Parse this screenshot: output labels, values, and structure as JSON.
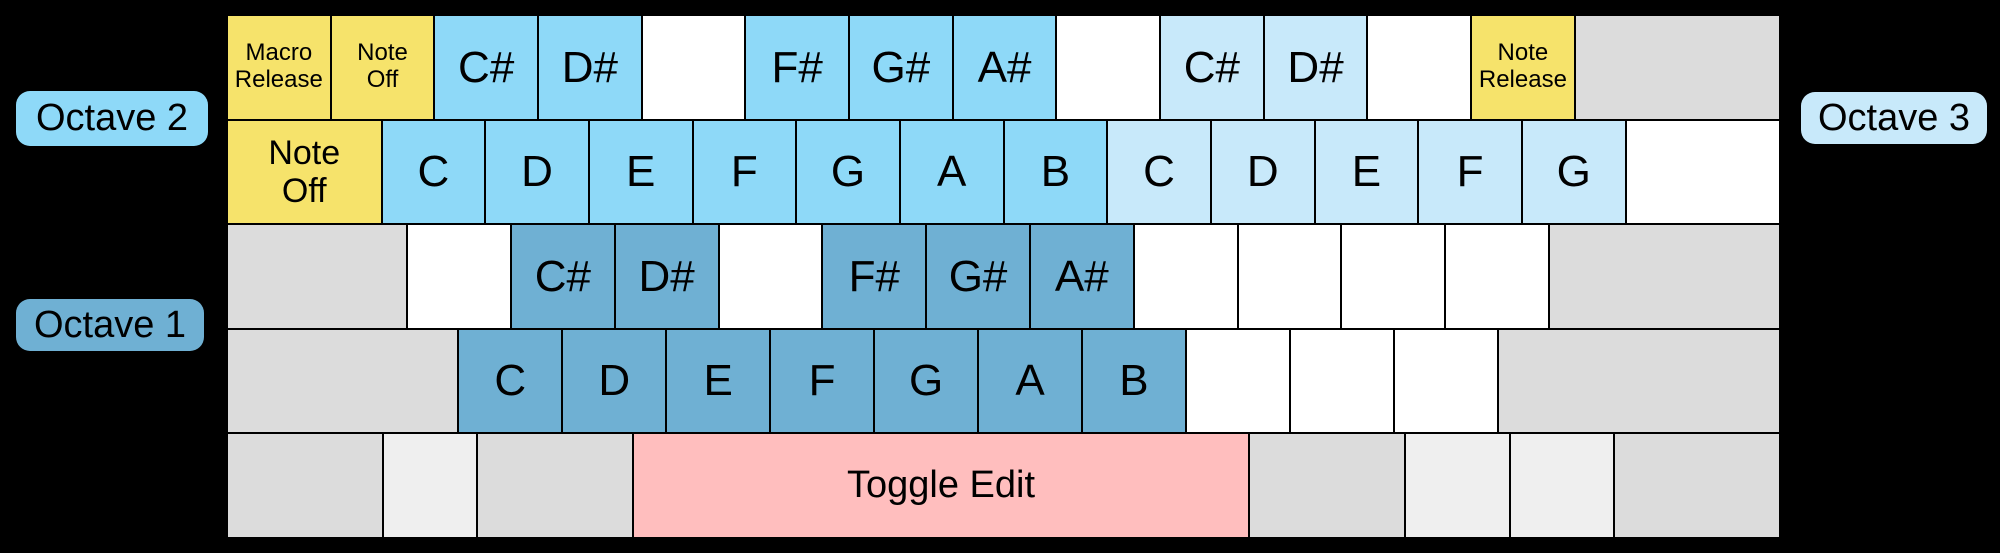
{
  "octave_labels": {
    "octave1": "Octave 1",
    "octave2": "Octave 2",
    "octave3": "Octave 3"
  },
  "colors": {
    "octave1_accent": "#6FB0D3",
    "octave2_accent": "#8ED9F8",
    "octave3_accent": "#C8E9FA",
    "special_yellow": "#F6E36B",
    "toggle_edit_pink": "#FFBEBE",
    "modifier_gray": "#DCDCDC",
    "modifier_light_gray": "#EFEFEF",
    "blank_key_white": "#FFFFFF",
    "background_black": "#000000"
  },
  "keyboard": {
    "rows": [
      {
        "name": "number-row",
        "keys": [
          {
            "name": "key-macro-release",
            "label": "Macro\nRelease",
            "type": "special-sm",
            "w": 1
          },
          {
            "name": "key-note-off-top",
            "label": "Note\nOff",
            "type": "special-sm",
            "w": 1
          },
          {
            "name": "key-csharp-octave2",
            "label": "C#",
            "type": "note-o2",
            "w": 1
          },
          {
            "name": "key-dsharp-octave2",
            "label": "D#",
            "type": "note-o2",
            "w": 1
          },
          {
            "name": "key-blank",
            "label": "",
            "type": "blank",
            "w": 1
          },
          {
            "name": "key-fsharp-octave2",
            "label": "F#",
            "type": "note-o2",
            "w": 1
          },
          {
            "name": "key-gsharp-octave2",
            "label": "G#",
            "type": "note-o2",
            "w": 1
          },
          {
            "name": "key-asharp-octave2",
            "label": "A#",
            "type": "note-o2",
            "w": 1
          },
          {
            "name": "key-blank",
            "label": "",
            "type": "blank",
            "w": 1
          },
          {
            "name": "key-csharp-octave3",
            "label": "C#",
            "type": "note-o3",
            "w": 1
          },
          {
            "name": "key-dsharp-octave3",
            "label": "D#",
            "type": "note-o3",
            "w": 1
          },
          {
            "name": "key-blank",
            "label": "",
            "type": "blank",
            "w": 1
          },
          {
            "name": "key-note-release",
            "label": "Note\nRelease",
            "type": "special-sm",
            "w": 1
          },
          {
            "name": "key-backspace",
            "label": "",
            "type": "gray",
            "w": 2
          }
        ]
      },
      {
        "name": "top-letter-row",
        "keys": [
          {
            "name": "key-note-off-tab",
            "label": "Note\nOff",
            "type": "special-md",
            "w": 1.5
          },
          {
            "name": "key-c-octave2",
            "label": "C",
            "type": "note-o2",
            "w": 1
          },
          {
            "name": "key-d-octave2",
            "label": "D",
            "type": "note-o2",
            "w": 1
          },
          {
            "name": "key-e-octave2",
            "label": "E",
            "type": "note-o2",
            "w": 1
          },
          {
            "name": "key-f-octave2",
            "label": "F",
            "type": "note-o2",
            "w": 1
          },
          {
            "name": "key-g-octave2",
            "label": "G",
            "type": "note-o2",
            "w": 1
          },
          {
            "name": "key-a-octave2",
            "label": "A",
            "type": "note-o2",
            "w": 1
          },
          {
            "name": "key-b-octave2",
            "label": "B",
            "type": "note-o2",
            "w": 1
          },
          {
            "name": "key-c-octave3",
            "label": "C",
            "type": "note-o3",
            "w": 1
          },
          {
            "name": "key-d-octave3",
            "label": "D",
            "type": "note-o3",
            "w": 1
          },
          {
            "name": "key-e-octave3",
            "label": "E",
            "type": "note-o3",
            "w": 1
          },
          {
            "name": "key-f-octave3",
            "label": "F",
            "type": "note-o3",
            "w": 1
          },
          {
            "name": "key-g-octave3",
            "label": "G",
            "type": "note-o3",
            "w": 1
          },
          {
            "name": "key-blank",
            "label": "",
            "type": "blank",
            "w": 1.5
          }
        ]
      },
      {
        "name": "home-row",
        "keys": [
          {
            "name": "key-caps-lock",
            "label": "",
            "type": "gray",
            "w": 1.75
          },
          {
            "name": "key-blank",
            "label": "",
            "type": "blank",
            "w": 1
          },
          {
            "name": "key-csharp-octave1",
            "label": "C#",
            "type": "note-o1",
            "w": 1
          },
          {
            "name": "key-dsharp-octave1",
            "label": "D#",
            "type": "note-o1",
            "w": 1
          },
          {
            "name": "key-blank",
            "label": "",
            "type": "blank",
            "w": 1
          },
          {
            "name": "key-fsharp-octave1",
            "label": "F#",
            "type": "note-o1",
            "w": 1
          },
          {
            "name": "key-gsharp-octave1",
            "label": "G#",
            "type": "note-o1",
            "w": 1
          },
          {
            "name": "key-asharp-octave1",
            "label": "A#",
            "type": "note-o1",
            "w": 1
          },
          {
            "name": "key-blank",
            "label": "",
            "type": "blank",
            "w": 1
          },
          {
            "name": "key-blank",
            "label": "",
            "type": "blank",
            "w": 1
          },
          {
            "name": "key-blank",
            "label": "",
            "type": "blank",
            "w": 1
          },
          {
            "name": "key-blank",
            "label": "",
            "type": "blank",
            "w": 1
          },
          {
            "name": "key-enter",
            "label": "",
            "type": "gray",
            "w": 2.25
          }
        ]
      },
      {
        "name": "bottom-letter-row",
        "keys": [
          {
            "name": "key-left-shift",
            "label": "",
            "type": "gray",
            "w": 2.25
          },
          {
            "name": "key-c-octave1",
            "label": "C",
            "type": "note-o1",
            "w": 1
          },
          {
            "name": "key-d-octave1",
            "label": "D",
            "type": "note-o1",
            "w": 1
          },
          {
            "name": "key-e-octave1",
            "label": "E",
            "type": "note-o1",
            "w": 1
          },
          {
            "name": "key-f-octave1",
            "label": "F",
            "type": "note-o1",
            "w": 1
          },
          {
            "name": "key-g-octave1",
            "label": "G",
            "type": "note-o1",
            "w": 1
          },
          {
            "name": "key-a-octave1",
            "label": "A",
            "type": "note-o1",
            "w": 1
          },
          {
            "name": "key-b-octave1",
            "label": "B",
            "type": "note-o1",
            "w": 1
          },
          {
            "name": "key-blank",
            "label": "",
            "type": "blank",
            "w": 1
          },
          {
            "name": "key-blank",
            "label": "",
            "type": "blank",
            "w": 1
          },
          {
            "name": "key-blank",
            "label": "",
            "type": "blank",
            "w": 1
          },
          {
            "name": "key-right-shift",
            "label": "",
            "type": "gray",
            "w": 2.75
          }
        ]
      },
      {
        "name": "modifier-row",
        "keys": [
          {
            "name": "key-left-ctrl",
            "label": "",
            "type": "gray",
            "w": 1.5
          },
          {
            "name": "key-left-super",
            "label": "",
            "type": "gray-light",
            "w": 0.9
          },
          {
            "name": "key-left-alt",
            "label": "",
            "type": "gray",
            "w": 1.5
          },
          {
            "name": "key-space-toggle-edit",
            "label": "Toggle Edit",
            "type": "edit",
            "w": 6.0
          },
          {
            "name": "key-right-alt",
            "label": "",
            "type": "gray",
            "w": 1.5
          },
          {
            "name": "key-right-super",
            "label": "",
            "type": "gray-light",
            "w": 1.0
          },
          {
            "name": "key-menu",
            "label": "",
            "type": "gray-light",
            "w": 1.0
          },
          {
            "name": "key-right-ctrl",
            "label": "",
            "type": "gray",
            "w": 1.6
          }
        ]
      }
    ]
  }
}
